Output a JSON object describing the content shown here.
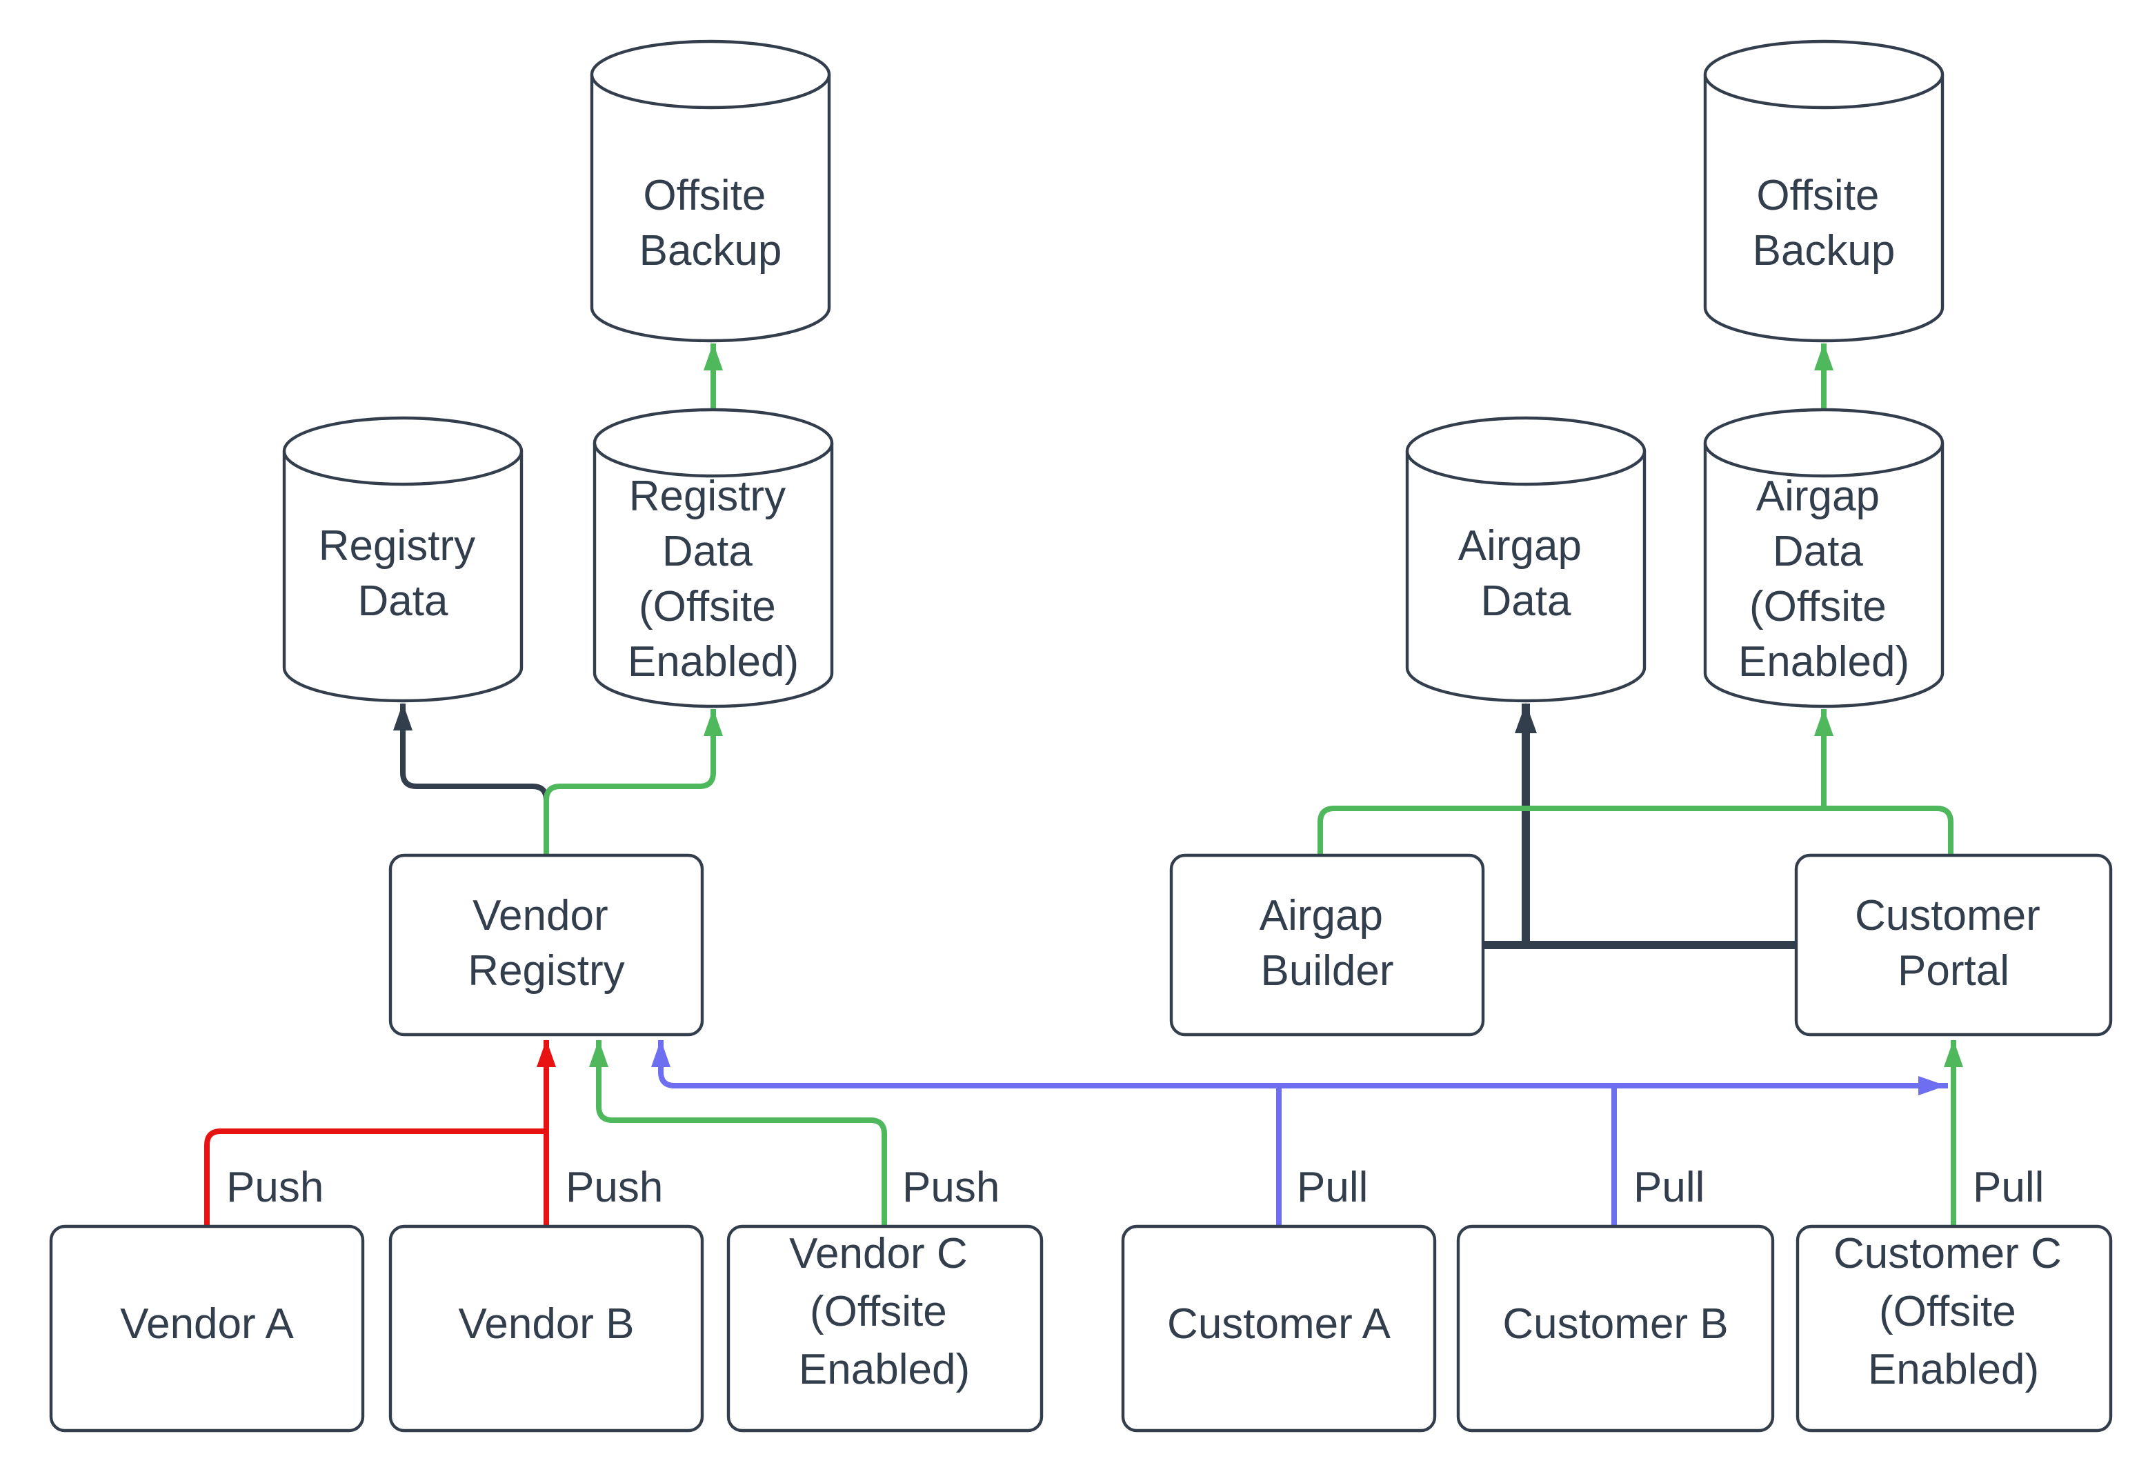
{
  "diagram": {
    "colors": {
      "background": "#FFFFFF",
      "node_stroke": "#333E4D",
      "text": "#333E4D",
      "push_arrow_red": "#E81212",
      "offsite_arrow_green": "#4FB85C",
      "pull_arrow_blue": "#6E6EF0",
      "default_arrow_dark": "#333E4D"
    },
    "edge_labels": {
      "push": "Push",
      "pull": "Pull"
    },
    "nodes": {
      "offsite_backup_left": {
        "type": "cylinder",
        "lines": [
          "Offsite",
          "Backup"
        ]
      },
      "registry_data": {
        "type": "cylinder",
        "lines": [
          "Registry",
          "Data"
        ]
      },
      "registry_data_offsite": {
        "type": "cylinder",
        "lines": [
          "Registry",
          "Data",
          "(Offsite",
          "Enabled)"
        ]
      },
      "vendor_registry": {
        "type": "box",
        "lines": [
          "Vendor",
          "Registry"
        ]
      },
      "vendor_a": {
        "type": "box",
        "lines": [
          "Vendor A"
        ]
      },
      "vendor_b": {
        "type": "box",
        "lines": [
          "Vendor B"
        ]
      },
      "vendor_c": {
        "type": "box",
        "lines": [
          "Vendor C",
          "(Offsite",
          "Enabled)"
        ]
      },
      "offsite_backup_right": {
        "type": "cylinder",
        "lines": [
          "Offsite",
          "Backup"
        ]
      },
      "airgap_data": {
        "type": "cylinder",
        "lines": [
          "Airgap",
          "Data"
        ]
      },
      "airgap_data_offsite": {
        "type": "cylinder",
        "lines": [
          "Airgap",
          "Data",
          "(Offsite",
          "Enabled)"
        ]
      },
      "airgap_builder": {
        "type": "box",
        "lines": [
          "Airgap",
          "Builder"
        ]
      },
      "customer_portal": {
        "type": "box",
        "lines": [
          "Customer",
          "Portal"
        ]
      },
      "customer_a": {
        "type": "box",
        "lines": [
          "Customer A"
        ]
      },
      "customer_b": {
        "type": "box",
        "lines": [
          "Customer B"
        ]
      },
      "customer_c": {
        "type": "box",
        "lines": [
          "Customer C",
          "(Offsite",
          "Enabled)"
        ]
      }
    },
    "edges": [
      {
        "from": "vendor_a",
        "to": "vendor_registry",
        "color": "#E81212",
        "label": "Push"
      },
      {
        "from": "vendor_b",
        "to": "vendor_registry",
        "color": "#E81212",
        "label": "Push"
      },
      {
        "from": "vendor_c",
        "to": "vendor_registry",
        "color": "#4FB85C",
        "label": "Push"
      },
      {
        "from": "customer_a",
        "to": "vendor_registry",
        "color": "#6E6EF0",
        "label": "Pull"
      },
      {
        "from": "customer_b",
        "to": "vendor_registry",
        "color": "#6E6EF0",
        "label": "Pull"
      },
      {
        "from": "customer_c",
        "to": "customer_portal",
        "color": "#4FB85C",
        "label": "Pull"
      },
      {
        "from": "vendor_registry",
        "to": "registry_data",
        "color": "#333E4D",
        "label": ""
      },
      {
        "from": "vendor_registry",
        "to": "registry_data_offsite",
        "color": "#4FB85C",
        "label": ""
      },
      {
        "from": "registry_data_offsite",
        "to": "offsite_backup_left",
        "color": "#4FB85C",
        "label": ""
      },
      {
        "from": "airgap_builder",
        "to": "airgap_data",
        "color": "#333E4D",
        "label": ""
      },
      {
        "from": "customer_portal",
        "to": "airgap_data",
        "color": "#333E4D",
        "label": ""
      },
      {
        "from": "airgap_builder",
        "to": "airgap_data_offsite",
        "color": "#4FB85C",
        "label": ""
      },
      {
        "from": "customer_portal",
        "to": "airgap_data_offsite",
        "color": "#4FB85C",
        "label": ""
      },
      {
        "from": "airgap_data_offsite",
        "to": "offsite_backup_right",
        "color": "#4FB85C",
        "label": ""
      }
    ]
  }
}
